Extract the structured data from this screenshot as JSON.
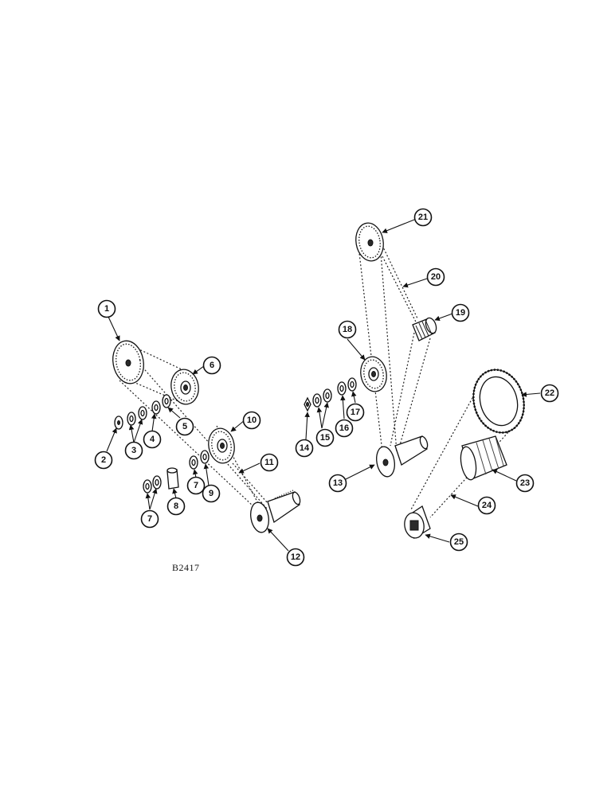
{
  "diagram": {
    "reference_code": "B2417",
    "callouts": [
      "1",
      "2",
      "3",
      "4",
      "5",
      "6",
      "7",
      "7",
      "8",
      "9",
      "10",
      "11",
      "12",
      "13",
      "14",
      "15",
      "16",
      "17",
      "18",
      "19",
      "20",
      "21",
      "22",
      "23",
      "24",
      "25"
    ]
  }
}
